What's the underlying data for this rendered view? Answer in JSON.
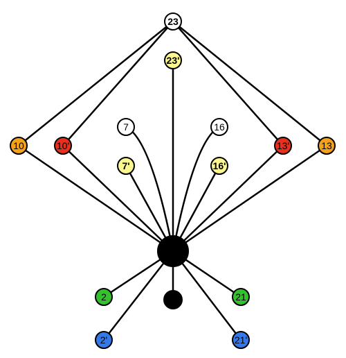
{
  "diagram": {
    "nodes": [
      {
        "id": "23",
        "label": "23",
        "color": "#ffffff"
      },
      {
        "id": "23p",
        "label": "23'",
        "color": "#fcf691"
      },
      {
        "id": "7",
        "label": "7",
        "color": "#ffffff"
      },
      {
        "id": "16",
        "label": "16",
        "color": "#ffffff"
      },
      {
        "id": "7p",
        "label": "7'",
        "color": "#fcf691"
      },
      {
        "id": "16p",
        "label": "16'",
        "color": "#fcf691"
      },
      {
        "id": "10",
        "label": "10",
        "color": "#f5a11c"
      },
      {
        "id": "10p",
        "label": "10'",
        "color": "#e8301c"
      },
      {
        "id": "13p",
        "label": "13'",
        "color": "#e8301c"
      },
      {
        "id": "13",
        "label": "13",
        "color": "#f5a11c"
      },
      {
        "id": "hub",
        "label": "",
        "color": "#000000"
      },
      {
        "id": "dot",
        "label": "",
        "color": "#000000"
      },
      {
        "id": "2",
        "label": "2",
        "color": "#33c22e"
      },
      {
        "id": "21",
        "label": "21",
        "color": "#33c22e"
      },
      {
        "id": "2p",
        "label": "2'",
        "color": "#3479ea"
      },
      {
        "id": "21p",
        "label": "21'",
        "color": "#3479ea"
      }
    ],
    "edges": [
      [
        "23",
        "10"
      ],
      [
        "23",
        "10p"
      ],
      [
        "23",
        "13p"
      ],
      [
        "23",
        "13"
      ],
      [
        "hub",
        "10"
      ],
      [
        "hub",
        "10p"
      ],
      [
        "hub",
        "13p"
      ],
      [
        "hub",
        "13"
      ],
      [
        "hub",
        "23p"
      ],
      [
        "hub",
        "7"
      ],
      [
        "hub",
        "16"
      ],
      [
        "hub",
        "7p"
      ],
      [
        "hub",
        "16p"
      ],
      [
        "hub",
        "2"
      ],
      [
        "hub",
        "21"
      ],
      [
        "hub",
        "2p"
      ],
      [
        "hub",
        "21p"
      ],
      [
        "hub",
        "dot"
      ]
    ]
  }
}
